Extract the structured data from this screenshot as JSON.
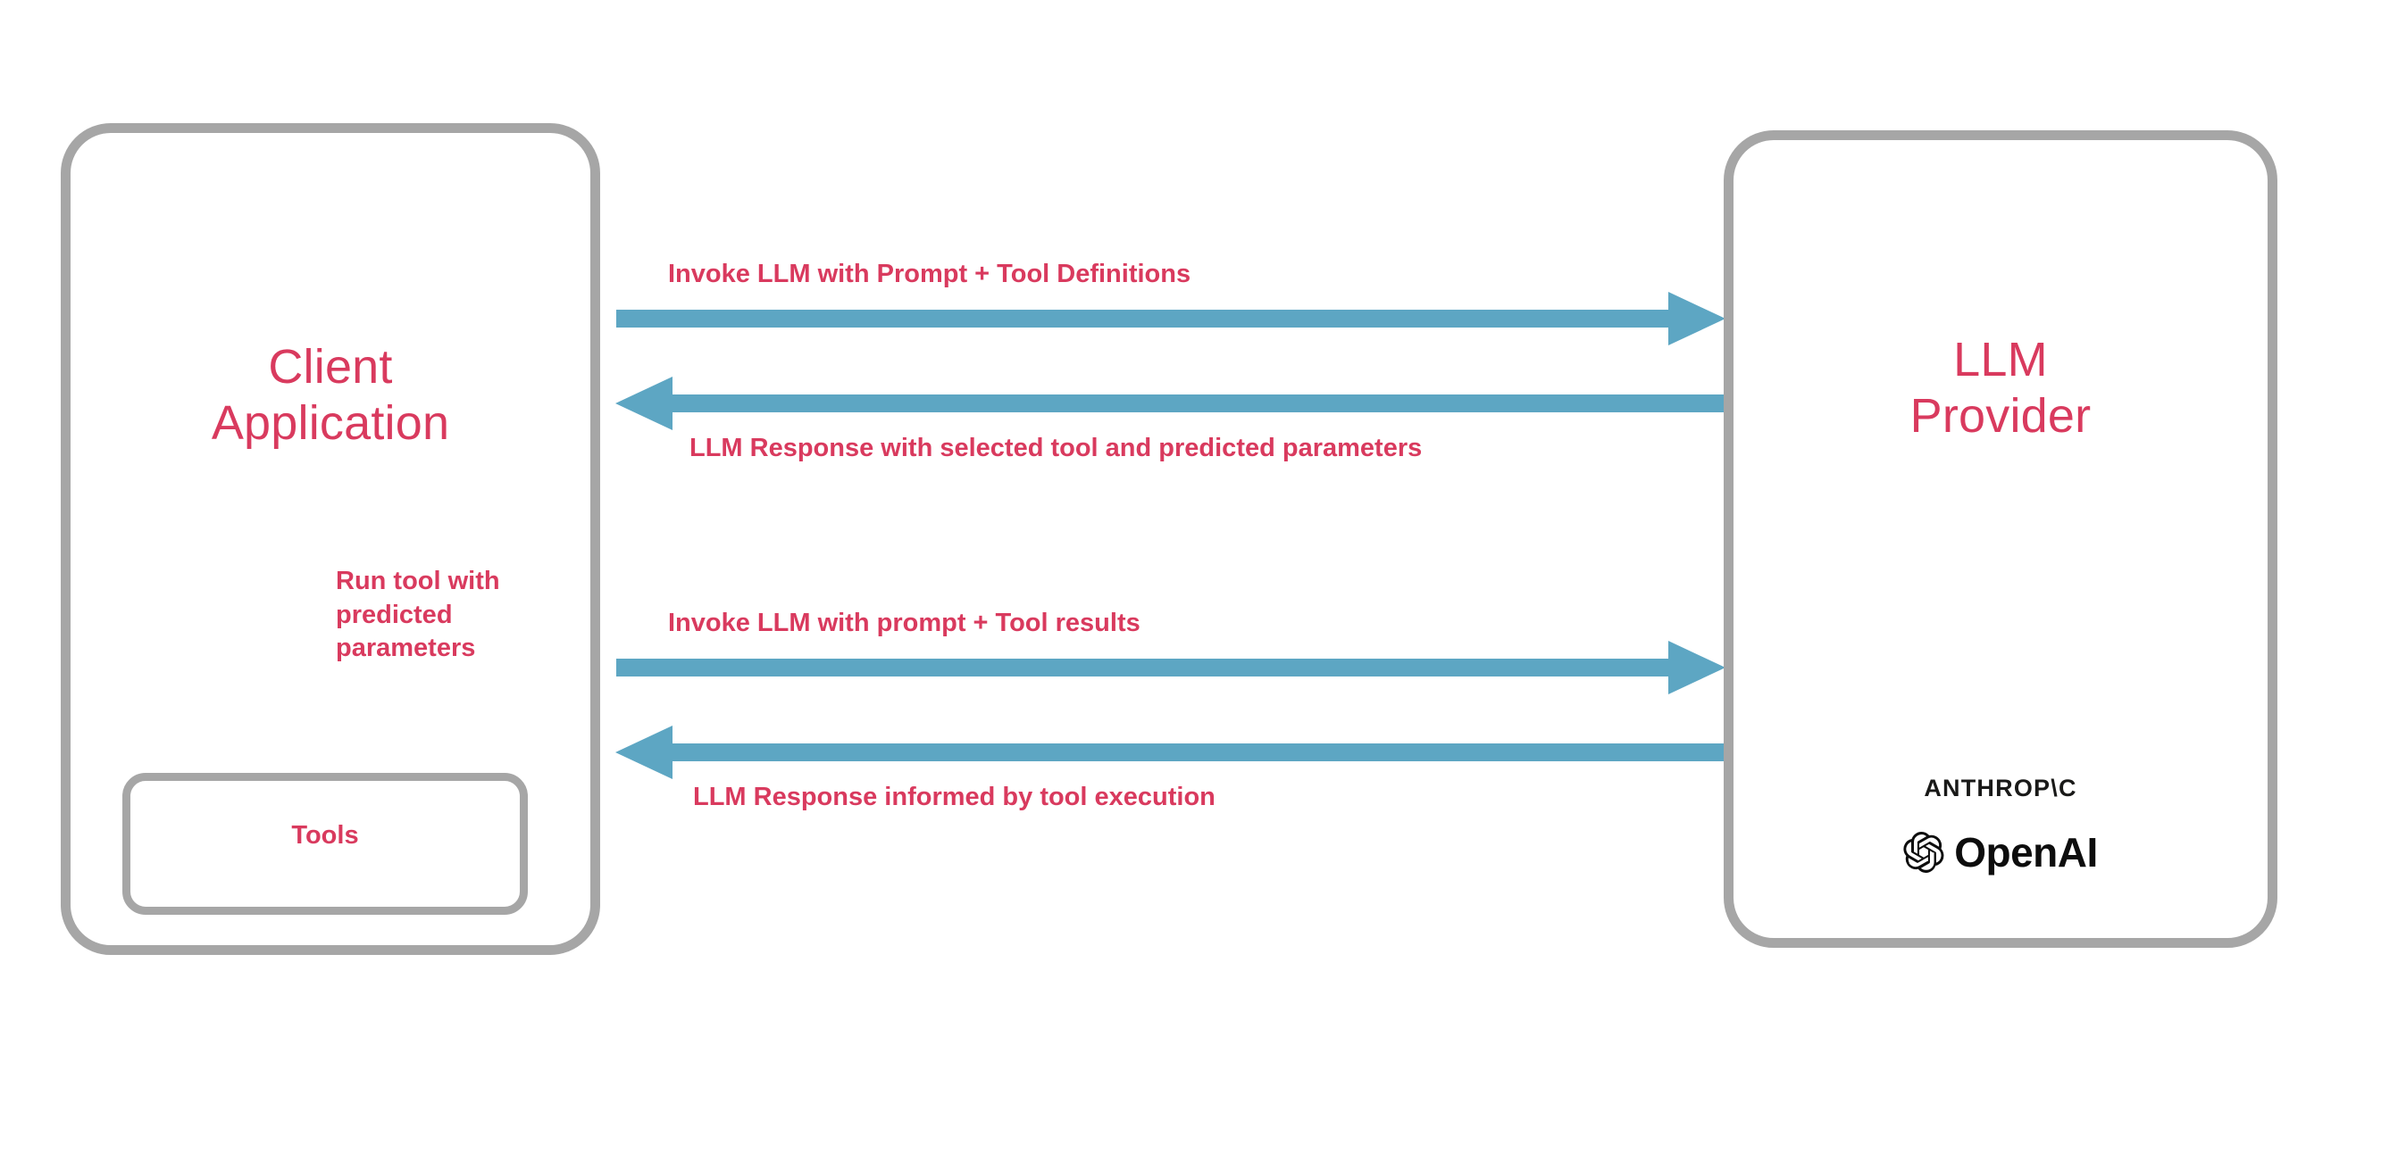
{
  "colors": {
    "accent_text": "#d93a5e",
    "arrow": "#5da6c3",
    "box_border": "#a6a6a6",
    "background": "#ffffff",
    "logo_text": "#0d0d0d"
  },
  "client": {
    "title": "Client\nApplication",
    "tools": {
      "label": "Tools"
    },
    "internal_flow": {
      "label": "Run tool with\npredicted\nparameters",
      "direction": "down"
    }
  },
  "provider": {
    "title": "LLM\nProvider",
    "logos": [
      {
        "name": "anthropic-logo",
        "text": "ANTHROP\\C"
      },
      {
        "name": "openai-logo",
        "text": "OpenAI"
      }
    ]
  },
  "flows": [
    {
      "id": "invoke-tools",
      "label": "Invoke LLM with Prompt + Tool Definitions",
      "direction": "right",
      "from": "Client Application",
      "to": "LLM Provider"
    },
    {
      "id": "llm-response-1",
      "label": "LLM Response with selected tool and predicted parameters",
      "direction": "left",
      "from": "LLM Provider",
      "to": "Client Application"
    },
    {
      "id": "invoke-results",
      "label": "Invoke LLM with prompt + Tool results",
      "direction": "right",
      "from": "Client Application",
      "to": "LLM Provider"
    },
    {
      "id": "llm-response-2",
      "label": "LLM Response informed by tool execution",
      "direction": "left",
      "from": "LLM Provider",
      "to": "Client Application"
    }
  ]
}
